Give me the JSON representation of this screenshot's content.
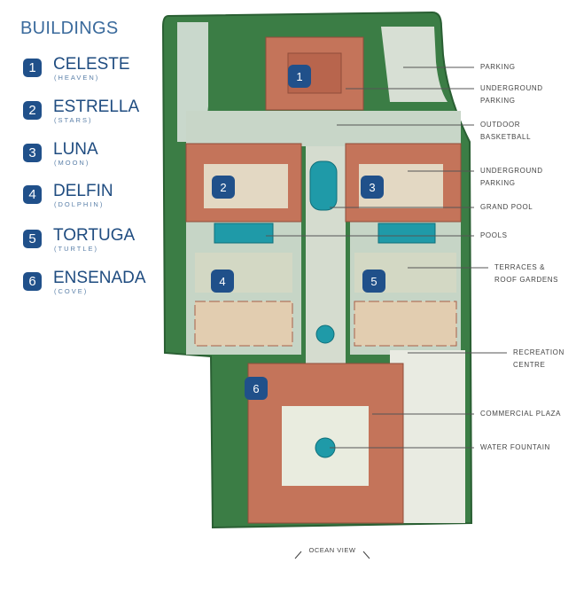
{
  "legend": {
    "title": "BUILDINGS",
    "buildings": [
      {
        "num": "1",
        "name": "CELESTE",
        "sub": "(HEAVEN)"
      },
      {
        "num": "2",
        "name": "ESTRELLA",
        "sub": "(STARS)"
      },
      {
        "num": "3",
        "name": "LUNA",
        "sub": "(MOON)"
      },
      {
        "num": "4",
        "name": "DELFIN",
        "sub": "(DOLPHIN)"
      },
      {
        "num": "5",
        "name": "TORTUGA",
        "sub": "(TURTLE)"
      },
      {
        "num": "6",
        "name": "ENSENADA",
        "sub": "(COVE)"
      }
    ]
  },
  "labels": {
    "parking": "PARKING",
    "underground_parking_1a": "UNDERGROUND",
    "underground_parking_1b": "PARKING",
    "outdoor_basketball_a": "OUTDOOR",
    "outdoor_basketball_b": "BASKETBALL",
    "underground_parking_2a": "UNDERGROUND",
    "underground_parking_2b": "PARKING",
    "grand_pool": "GRAND POOL",
    "pools": "POOLS",
    "terraces_a": "TERRACES &",
    "terraces_b": "ROOF GARDENS",
    "recreation_a": "RECREATION",
    "recreation_b": "CENTRE",
    "commercial_plaza": "COMMERCIAL PLAZA",
    "water_fountain": "WATER FOUNTAIN"
  },
  "ocean_view": "OCEAN VIEW",
  "colors": {
    "marker": "#20508a",
    "green": "#2f6e3a",
    "roof": "#c4745a",
    "pool": "#1f9aa8",
    "path": "#c8d6c8"
  }
}
